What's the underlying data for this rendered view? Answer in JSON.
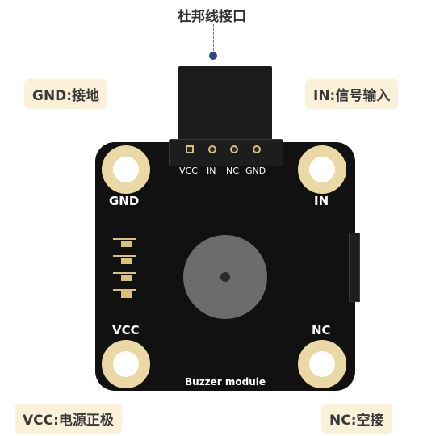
{
  "connector_caption": "杜邦线接口",
  "tags": {
    "gnd": "GND:接地",
    "in": "IN:信号输入",
    "vcc": "VCC:电源正极",
    "nc": "NC:空接"
  },
  "pin_labels": [
    "VCC",
    "IN",
    "NC",
    "GND"
  ],
  "pad_labels": {
    "gnd": "GND",
    "in": "IN",
    "vcc": "VCC",
    "nc": "NC"
  },
  "module_name": "Buzzer module",
  "colors": {
    "board": "#111111",
    "pad": "#ead9a4",
    "tag_bg": "#fbf0d8",
    "buzzer": "#6c6c6c",
    "pointer": "#2f4a7a"
  }
}
